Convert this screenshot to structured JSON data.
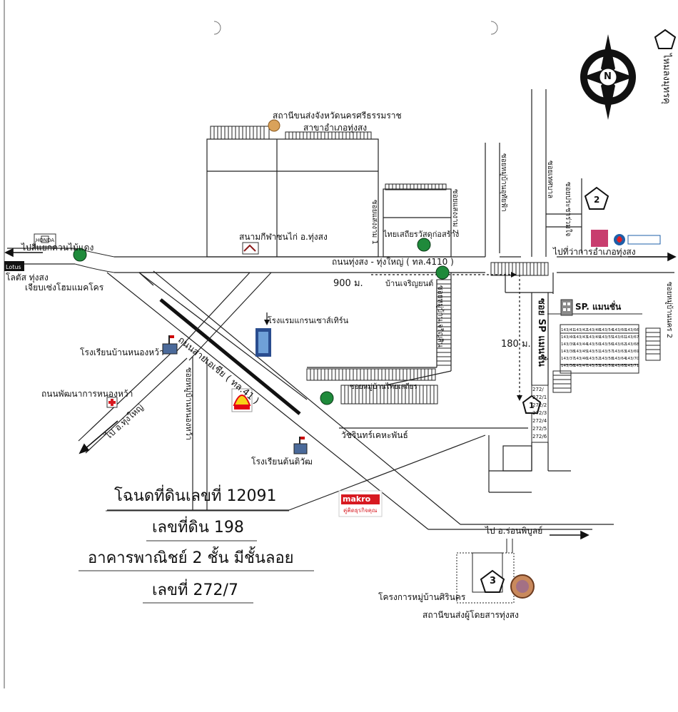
{
  "compass": {
    "north_letter": "N"
  },
  "top_right_text": "ไหมลงมุทรคุ",
  "labels": {
    "bus_station_province": "สถานีขนส่งจังหวัดนครศรีธรรมราช",
    "bus_station_branch": "สาขาอำเภอทุ่งสง",
    "stadium": "สนามกีฬาชนไก่ อ.ทุ่งสง",
    "thai_setthakit": "ไทยเสถียรวัสดุก่อสร้าง",
    "road_main": "ถนนทุ่งสง - ทุ่งใหญ่ ( ทล.4110 )",
    "to_khuan_mai_daeng": "ไปสี่แยกควนไม้แดง",
    "to_district_office": "ไปที่ว่าการอำเภอทุ่งสง",
    "dist_900": "900 ม.",
    "ban_charoen_yon": "บ้านเจริญยนต์",
    "honda": "HONDA",
    "lotus_logo": "Lotus",
    "lotus": "โลตัส ทุ่งสง",
    "chiab_beng": "เจียบเซ่งโฮมแมคโคร",
    "hotel": "โรงแรมแกรนเซาส์เทิร์น",
    "road_asia": "ถนนสายเอเชีย ( ทล.41 )",
    "school_nong_wa": "โรงเรียนบ้านหนองหว้า",
    "road_phatthana": "ถนนพัฒนาการหนองหว้า",
    "to_thung_yai": "ไป อ.ทุ่งใหญ่",
    "shell_logo": "Shell",
    "soi_ban_nong_wa": "ซอยหมู่บ้านหนองหว้า",
    "school_ton_tiwat": "โรงเรียนต้นติวัฒ",
    "wachirin": "วัชรินทร์เคหะพันธ์",
    "makro_logo": "makro",
    "makro_sub": "คู่คิดธุรกิจคุณ",
    "to_ron_phibun": "ไป อ.ร่อนพิบูลย์",
    "sp_mansion": "SP. แมนชั่น",
    "soi_sp": "ซอย SP แมนชั่น",
    "dist_180": "180 ม.",
    "village_sirin": "โครงการหมู่บ้านศิรินคร",
    "bus_station_thungsong": "สถานีขนส่งผู้โดยสารทุ่งสง",
    "soi_charoen_sin": "ซอยหมู่บ้านเจริญสิน",
    "soi_thai_setthakit": "ซอยหมู่บ้านไทยเสถียร",
    "soi_ngam_1": "ซอยแสงงาม 1",
    "soi_ngam_2": "ซอยแสงงาม 2",
    "soi_uthai": "ซอยหมู่บ้านอุทัยฟ้า",
    "soi_right": "ซอยเทศบาล",
    "soi_ban_nakarat": "ซอยหมู่บ้านนคร 2",
    "soi_pracha": "ซอยประชาร่วมใจ",
    "marker_1": "1",
    "marker_2": "2",
    "marker_3": "3"
  },
  "lots": {
    "top_left": [
      "272/",
      "272/1",
      "272/2",
      "272/3",
      "272/4",
      "272/5",
      "272/6"
    ],
    "block_cols": [
      [
        "143/41",
        "143/40",
        "143/39",
        "143/38",
        "143/37",
        "143/36"
      ],
      [
        "143/42",
        "143/43",
        "143/44",
        "143/45",
        "143/46",
        "143/47"
      ],
      [
        "143/48",
        "143/49",
        "143/50",
        "143/51",
        "143/52",
        "143/53"
      ],
      [
        "143/54",
        "143/55",
        "143/56",
        "143/57",
        "143/58",
        "143/59"
      ],
      [
        "143/60",
        "143/61",
        "143/62",
        "143/63",
        "143/64",
        "143/65"
      ],
      [
        "143/66",
        "143/67",
        "143/68",
        "143/69",
        "143/70",
        "143/71"
      ]
    ]
  },
  "title_block": {
    "line1": "โฉนดที่ดินเลขที่ 12091",
    "line2": "เลขที่ดิน 198",
    "line3": "อาคารพาณิชย์ 2 ชั้น มีชั้นลอย",
    "line4": "เลขที่ 272/7"
  },
  "colors": {
    "road": "#222222",
    "shell_red": "#e30613",
    "shell_yellow": "#f7d117",
    "makro_red": "#d71920",
    "tree_green": "#1f8a3b"
  }
}
